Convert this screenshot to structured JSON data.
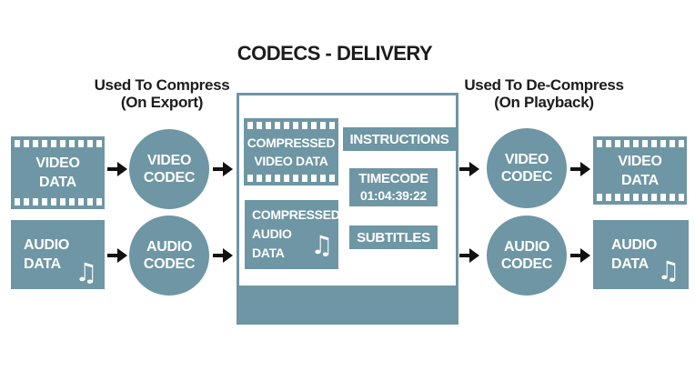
{
  "title": "CODECS - DELIVERY",
  "colors": {
    "teal": "#6e96a4",
    "ink": "#1c1c1c",
    "white": "#ffffff",
    "arrow_black": "#111111"
  },
  "icons": {
    "music_note": "♫"
  },
  "labels": {
    "compress": {
      "line1": "Used To Compress",
      "line2": "(On Export)"
    },
    "decompress": {
      "line1": "Used To De-Compress",
      "line2": "(On Playback)"
    }
  },
  "source": {
    "video_data": {
      "line1": "VIDEO",
      "line2": "DATA"
    },
    "audio_data": {
      "line1": "AUDIO",
      "line2": "DATA"
    }
  },
  "export_codecs": {
    "video": {
      "line1": "VIDEO",
      "line2": "CODEC"
    },
    "audio": {
      "line1": "AUDIO",
      "line2": "CODEC"
    }
  },
  "delivery": {
    "compressed_video": {
      "line1": "COMPRESSED",
      "line2": "VIDEO DATA"
    },
    "compressed_audio": {
      "line1": "COMPRESSED",
      "line2": "AUDIO",
      "line3": "DATA"
    },
    "instructions": "INSTRUCTIONS",
    "timecode_label": "TIMECODE",
    "timecode_value": "01:04:39:22",
    "subtitles": "SUBTITLES"
  },
  "playback_codecs": {
    "video": {
      "line1": "VIDEO",
      "line2": "CODEC"
    },
    "audio": {
      "line1": "AUDIO",
      "line2": "CODEC"
    }
  },
  "output": {
    "video_data": {
      "line1": "VIDEO",
      "line2": "DATA"
    },
    "audio_data": {
      "line1": "AUDIO",
      "line2": "DATA"
    }
  }
}
